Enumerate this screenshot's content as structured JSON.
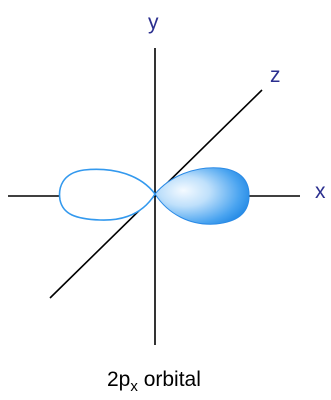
{
  "diagram": {
    "axes": {
      "x_label": "x",
      "y_label": "y",
      "z_label": "z"
    },
    "caption": {
      "prefix": "2p",
      "subscript": "x",
      "suffix": " orbital"
    },
    "colors": {
      "axis": "#000000",
      "axis_label": "#2b2f8f",
      "orbital_outline": "#3399ee",
      "orbital_fill_light": "#e8f4ff",
      "orbital_fill_dark": "#1a86e8"
    }
  }
}
